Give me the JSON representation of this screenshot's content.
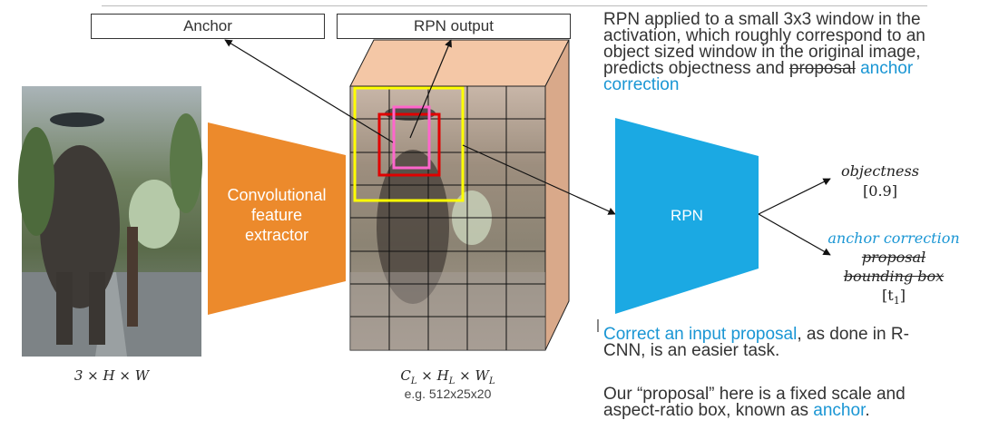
{
  "labels": {
    "anchor": "Anchor",
    "rpn_output": "RPN output"
  },
  "description": {
    "line1": "RPN applied to a small 3x3 window in the",
    "line2": "activation, which roughly correspond to an",
    "line3": "object sized window in the original image,",
    "line4_a": "predicts objectness and ",
    "line4_strike": "proposal",
    "line4_b": " anchor",
    "line5": "correction"
  },
  "extractor": {
    "line1": "Convolutional",
    "line2": "feature",
    "line3": "extractor"
  },
  "rpn": {
    "label": "RPN"
  },
  "outputs": {
    "objectness": "objectness",
    "objectness_value": "[0.9]",
    "anchor_correction": "anchor correction",
    "proposal_strike": "proposal",
    "bbox_strike": "bounding box",
    "t1_base": "[t",
    "t1_sub": "1",
    "t1_close": "]"
  },
  "dims": {
    "input": "3 × H × W",
    "activation_c": "C",
    "activation_l": "L",
    "activation_h": "H",
    "activation_w": "W",
    "times": "×",
    "example": "e.g. 512x25x20"
  },
  "notes": {
    "note1_blue": "Correct an input proposal",
    "note1_rest": ", as done in R-",
    "note1_line2": "CNN, is an easier task.",
    "note2_line1": "Our “proposal” here is a fixed scale and",
    "note2_line2a": "aspect-ratio box, known as ",
    "note2_anchor": "anchor",
    "note2_end": "."
  },
  "colors": {
    "orange": "#ec8a2c",
    "rpn_blue": "#1ba9e3",
    "cube_face": "#f4c7a6",
    "cube_side": "#d9a98a",
    "text_blue": "#1a96d4",
    "yellow": "#ffff00",
    "red": "#e00000",
    "pink": "#ff66cc"
  }
}
